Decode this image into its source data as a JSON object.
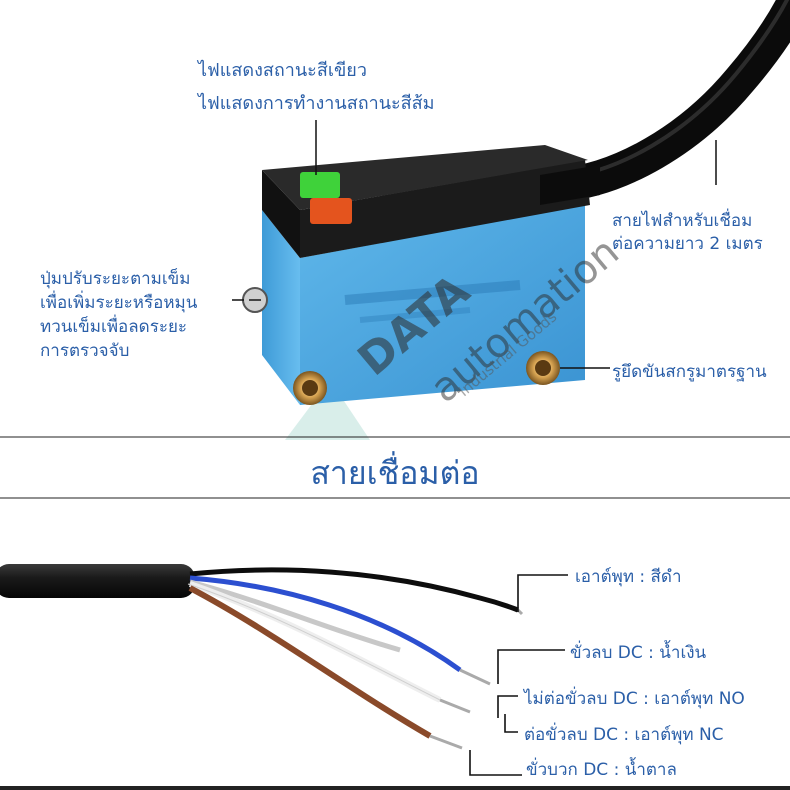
{
  "top_labels": {
    "green_light": "ไฟแสดงสถานะสีเขียว",
    "orange_light": "ไฟแสดงการทำงานสถานะสีส้ม",
    "cable_length_1": "สายไฟสำหรับเชื่อม",
    "cable_length_2": "ต่อความยาว 2 เมตร",
    "knob_1": "ปุ่มปรับระยะตามเข็ม",
    "knob_2": "เพื่อเพิ่มระยะหรือหมุน",
    "knob_3": "ทวนเข็มเพื่อลดระยะ",
    "knob_4": "การตรวจจับ",
    "mount_hole": "รูยึดขันสกรูมาตรฐาน"
  },
  "watermark": {
    "line1": "DATA",
    "line2": "automation",
    "line3": "Industrial Goods"
  },
  "section_title": "สายเชื่อมต่อ",
  "wires": {
    "black": "เอาต์พุท : สีดำ",
    "blue": "ขั่วลบ DC : น้ำเงิน",
    "gray": "ไม่ต่อขั่วลบ DC : เอาต์พุท  NO",
    "white": "ต่อขั่วลบ DC : เอาต์พุท  NC",
    "brown": "ขั่วบวก DC : น้ำตาล"
  },
  "colors": {
    "label_blue": "#2b5fa8",
    "sensor_body": "#46a6e0",
    "sensor_top": "#1c1c1c",
    "led_green": "#3fd23a",
    "led_orange": "#e4541e",
    "wire_blue": "#2c4fd0",
    "wire_brown": "#8a4a2a"
  }
}
